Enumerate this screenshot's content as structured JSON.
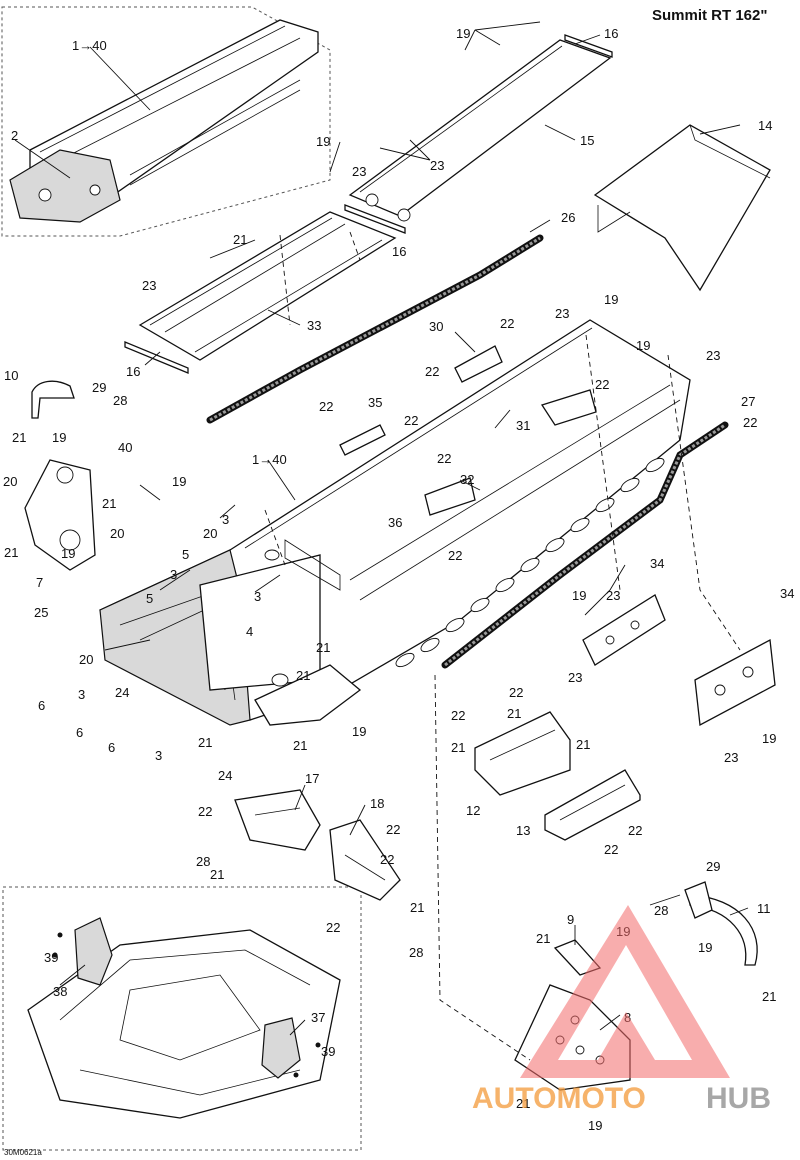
{
  "title": "Summit RT 162\"",
  "reference_code": "30M0621a",
  "watermark": {
    "part1": "AUTOMOTO",
    "part2": "HUB"
  },
  "callouts": [
    "1→40",
    "2",
    "19",
    "16",
    "15",
    "14",
    "19",
    "23",
    "23",
    "26",
    "21",
    "16",
    "23",
    "33",
    "16",
    "30",
    "22",
    "23",
    "19",
    "19",
    "23",
    "22",
    "22",
    "10",
    "29",
    "28",
    "21",
    "19",
    "22",
    "35",
    "22",
    "27",
    "31",
    "22",
    "40",
    "1→40",
    "19",
    "20",
    "21",
    "22",
    "32",
    "36",
    "21",
    "20",
    "20",
    "3",
    "19",
    "7",
    "22",
    "5",
    "3",
    "3",
    "25",
    "5",
    "4",
    "20",
    "21",
    "19",
    "23",
    "34",
    "23",
    "34",
    "6",
    "3",
    "24",
    "6",
    "21",
    "19",
    "6",
    "3",
    "21",
    "21",
    "22",
    "22",
    "21",
    "21",
    "19",
    "23",
    "12",
    "21",
    "22",
    "13",
    "22",
    "24",
    "22",
    "17",
    "18",
    "22",
    "28",
    "21",
    "22",
    "22",
    "21",
    "28",
    "29",
    "28",
    "11",
    "9",
    "21",
    "19",
    "19",
    "21",
    "8",
    "39",
    "38",
    "37",
    "39",
    "21",
    "19"
  ]
}
